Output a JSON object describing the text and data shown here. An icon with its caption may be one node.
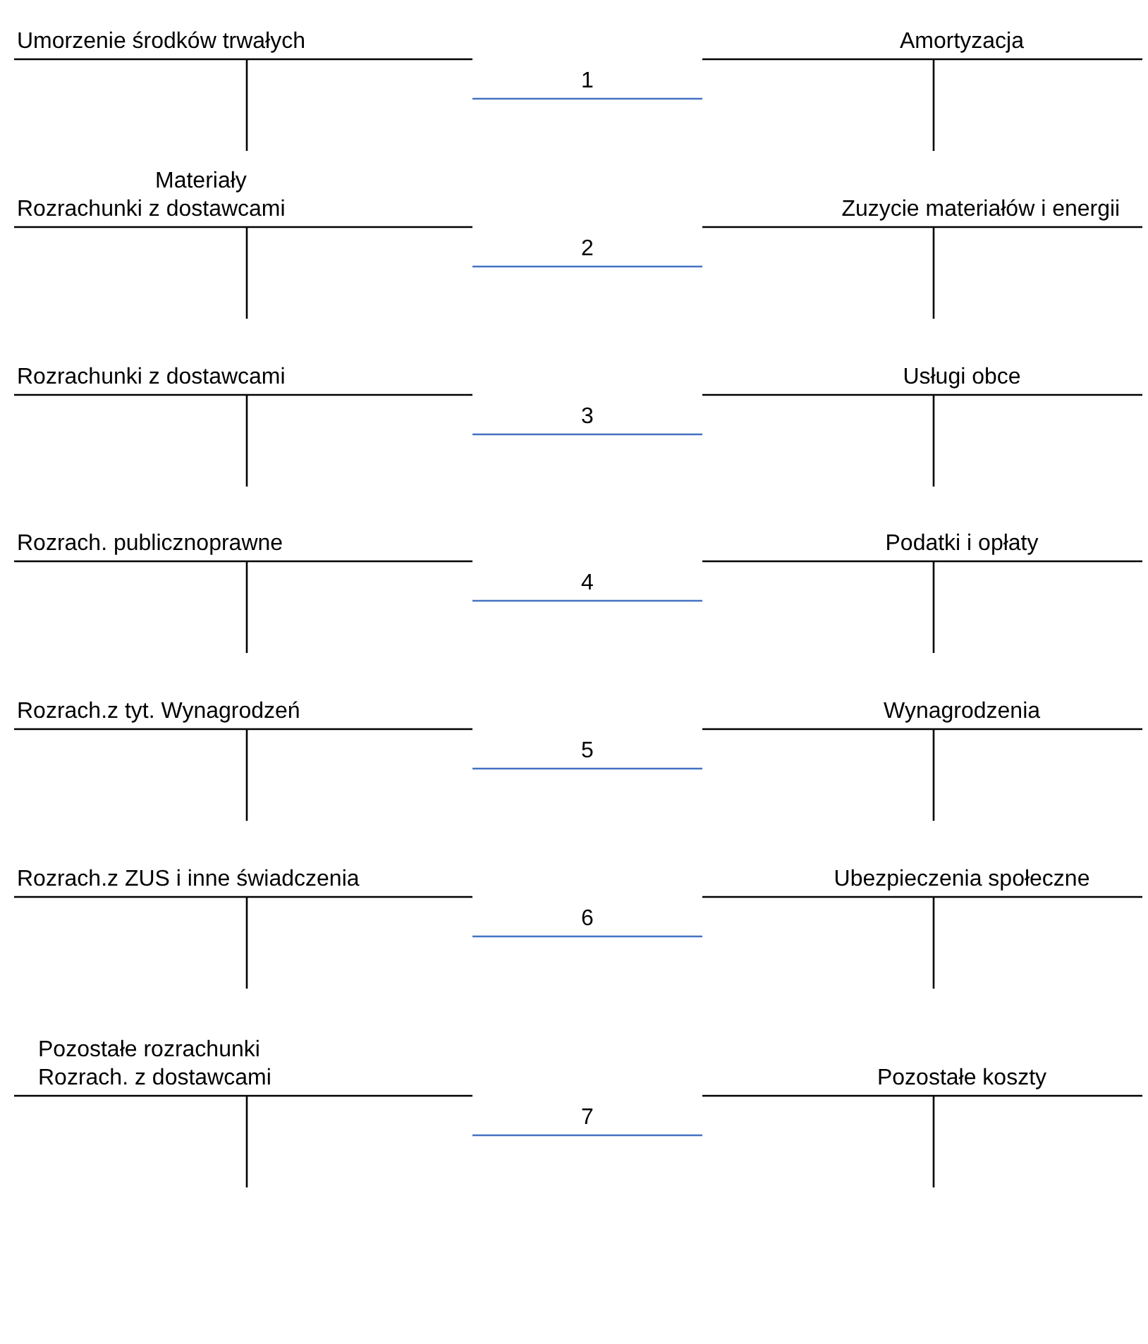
{
  "diagram": {
    "nodes": [
      {
        "text": [
          "Umorzenie środków trwałych"
        ]
      },
      {
        "text": [
          "Amortyzacja"
        ]
      },
      {
        "text": [
          "Materiały",
          "Rozrachunki z dostawcami"
        ]
      },
      {
        "text": [
          "Zuzycie materiałów i energii"
        ]
      },
      {
        "text": [
          "Rozrachunki z dostawcami"
        ]
      },
      {
        "text": [
          "Usługi obce"
        ]
      },
      {
        "text": [
          "Rozrach. publicznoprawne"
        ]
      },
      {
        "text": [
          "Podatki i opłaty"
        ]
      },
      {
        "text": [
          "Rozrach.z tyt. Wynagrodzeń"
        ]
      },
      {
        "text": [
          "Wynagrodzenia"
        ]
      },
      {
        "text": [
          "Rozrach.z ZUS i inne świadczenia"
        ]
      },
      {
        "text": [
          "Ubezpieczenia społeczne"
        ]
      },
      {
        "text": [
          "Pozostałe rozrachunki",
          "Rozrach. z dostawcami"
        ]
      },
      {
        "text": [
          "Pozostałe koszty"
        ]
      }
    ],
    "edges": [
      {
        "from": 0,
        "to": 1,
        "arrow": "none",
        "label": "1"
      },
      {
        "from": 2,
        "to": 3,
        "arrow": "none",
        "label": "2"
      },
      {
        "from": 4,
        "to": 5,
        "arrow": "none",
        "label": "3"
      },
      {
        "from": 6,
        "to": 7,
        "arrow": "none",
        "label": "4"
      },
      {
        "from": 8,
        "to": 9,
        "arrow": "none",
        "label": "5"
      },
      {
        "from": 10,
        "to": 11,
        "arrow": "none",
        "label": "6"
      },
      {
        "from": 12,
        "to": 13,
        "arrow": "none",
        "label": "7"
      }
    ]
  }
}
